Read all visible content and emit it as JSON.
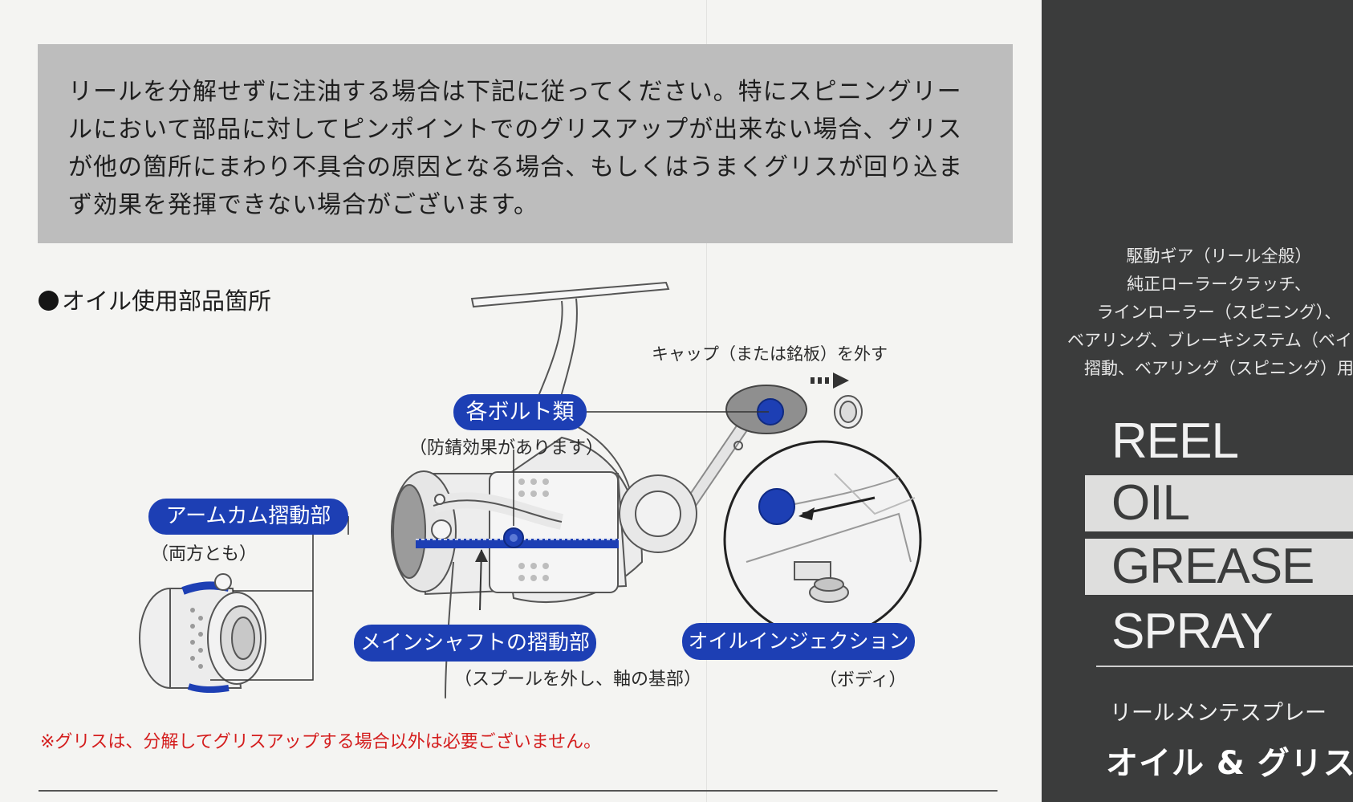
{
  "notice": {
    "text": "リールを分解せずに注油する場合は下記に従ってください。特にスピニングリールにおいて部品に対してピンポイントでのグリスアップが出来ない場合、グリスが他の箇所にまわり不具合の原因となる場合、もしくはうまくグリスが回り込まず効果を発揮できない場合がございます。"
  },
  "section": {
    "heading": "オイル使用部品箇所"
  },
  "labels": {
    "bolts": "各ボルト類",
    "bolts_note": "（防錆効果があります）",
    "arm_cam": "アームカム摺動部",
    "arm_cam_note": "（両方とも）",
    "main_shaft": "メインシャフトの摺動部",
    "main_shaft_note": "（スプールを外し、軸の基部）",
    "oil_injection": "オイルインジェクション",
    "oil_injection_note": "（ボディ）",
    "cap_note": "キャップ（または銘板）を外す"
  },
  "footnote": "※グリスは、分解してグリスアップする場合以外は必要ございません。",
  "side": {
    "small_lines": [
      "駆動ギア（リール全般）",
      "純正ローラークラッチ、",
      "ラインローラー（スピニング）、",
      "ベアリング、ブレーキシステム（ベイト）用",
      "摺動、ベアリング（スピニング）用"
    ],
    "reel": "REEL",
    "oil": "OIL",
    "grease": "GREASE",
    "spray": "SPRAY",
    "subtitle": "リールメンテスプレー",
    "brand": "オイル & グリス"
  },
  "colors": {
    "accent_blue": "#1d3fb4",
    "notice_gray": "#bdbdbd",
    "side_dark": "#3b3c3c",
    "footnote_red": "#d41e1e"
  }
}
